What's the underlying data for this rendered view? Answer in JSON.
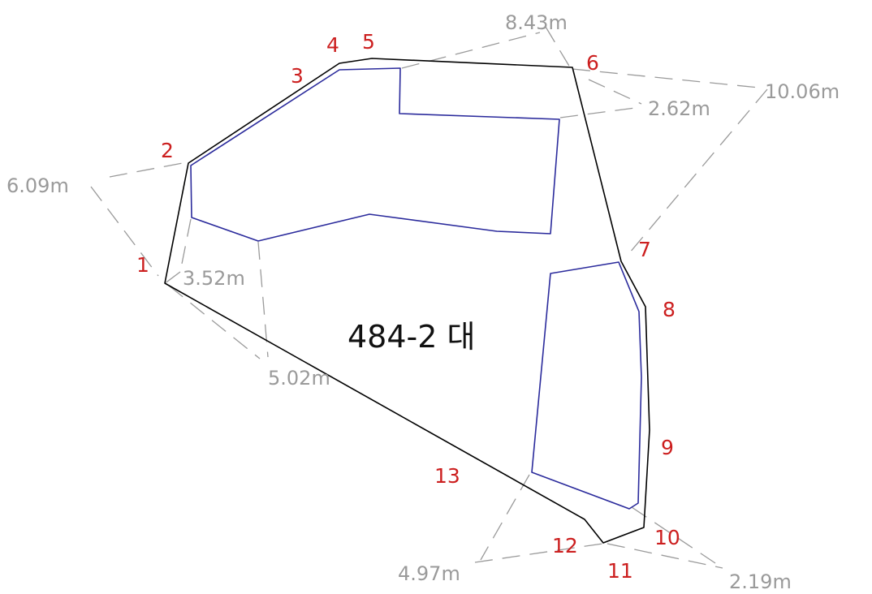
{
  "parcel": {
    "label": "484-2 대",
    "boundary_color": "#000000",
    "building_color": "#2b2b9c"
  },
  "points": {
    "p1": "1",
    "p2": "2",
    "p3": "3",
    "p4": "4",
    "p5": "5",
    "p6": "6",
    "p7": "7",
    "p8": "8",
    "p9": "9",
    "p10": "10",
    "p11": "11",
    "p12": "12",
    "p13": "13",
    "color": "#cc1f1f"
  },
  "dimensions": {
    "d1": "8.43m",
    "d2": "10.06m",
    "d3": "2.62m",
    "d4": "6.09m",
    "d5": "3.52m",
    "d6": "5.02m",
    "d7": "4.97m",
    "d8": "2.19m",
    "color": "#9a9a9a"
  }
}
